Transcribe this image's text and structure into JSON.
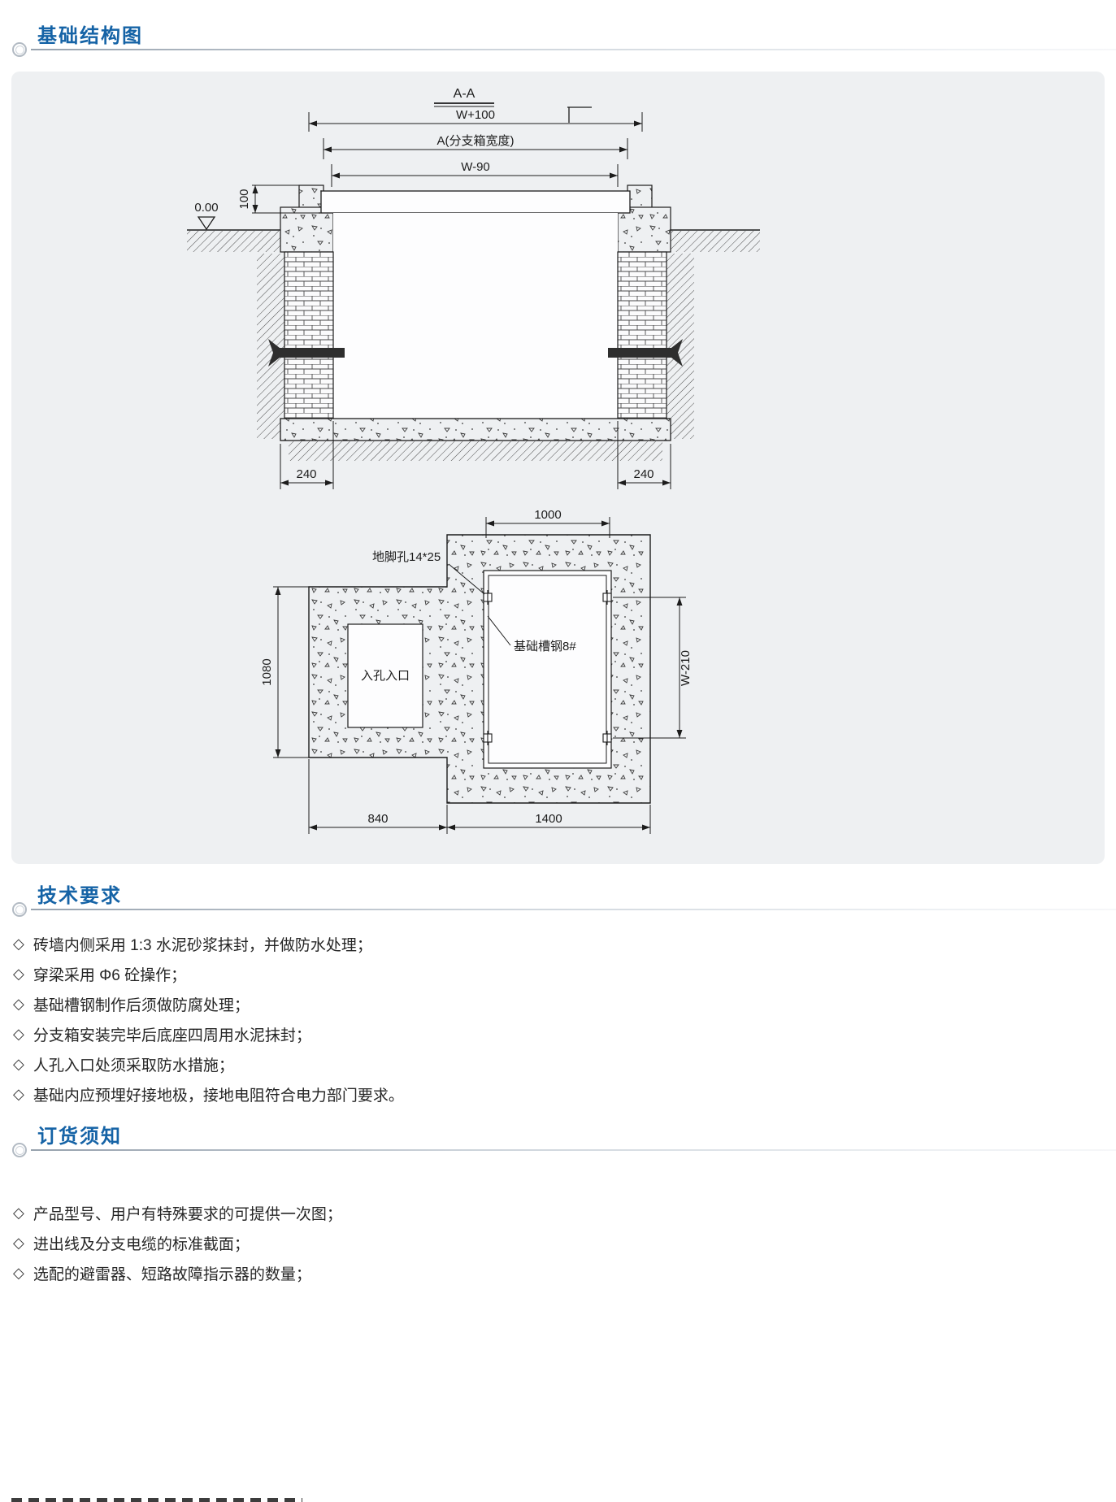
{
  "bullet": "◇",
  "sections": {
    "structure": {
      "title": "基础结构图"
    },
    "tech": {
      "title": "技术要求"
    },
    "order": {
      "title": "订货须知"
    }
  },
  "tech_items": [
    "砖墙内侧采用 1:3 水泥砂浆抹封，并做防水处理；",
    "穿梁采用 Φ6 砼操作；",
    "基础槽钢制作后须做防腐处理；",
    "分支箱安装完毕后底座四周用水泥抹封；",
    "人孔入口处须采取防水措施；",
    "基础内应预埋好接地极，接地电阻符合电力部门要求。"
  ],
  "order_items": [
    "产品型号、用户有特殊要求的可提供一次图；",
    "进出线及分支电缆的标准截面；",
    "选配的避雷器、短路故障指示器的数量；"
  ],
  "diagram": {
    "section_view": {
      "label": "A-A",
      "dim_overall": "W+100",
      "dim_box": "A(分支箱宽度)",
      "dim_inner": "W-90",
      "dim_height": "100",
      "level": "0.00",
      "dim_wall_left": "240",
      "dim_wall_right": "240"
    },
    "plan_view": {
      "dim_top": "1000",
      "dim_left": "1080",
      "dim_right": "W-210",
      "dim_bottom_left": "840",
      "dim_bottom_right": "1400",
      "label_anchor_hole": "地脚孔14*25",
      "label_channel_steel": "基础槽钢8#",
      "label_manhole": "入孔入口"
    }
  },
  "colors": {
    "heading": "#1563a6",
    "line_art": "#1c1c1c",
    "panel_bg": "#eef0f2"
  }
}
